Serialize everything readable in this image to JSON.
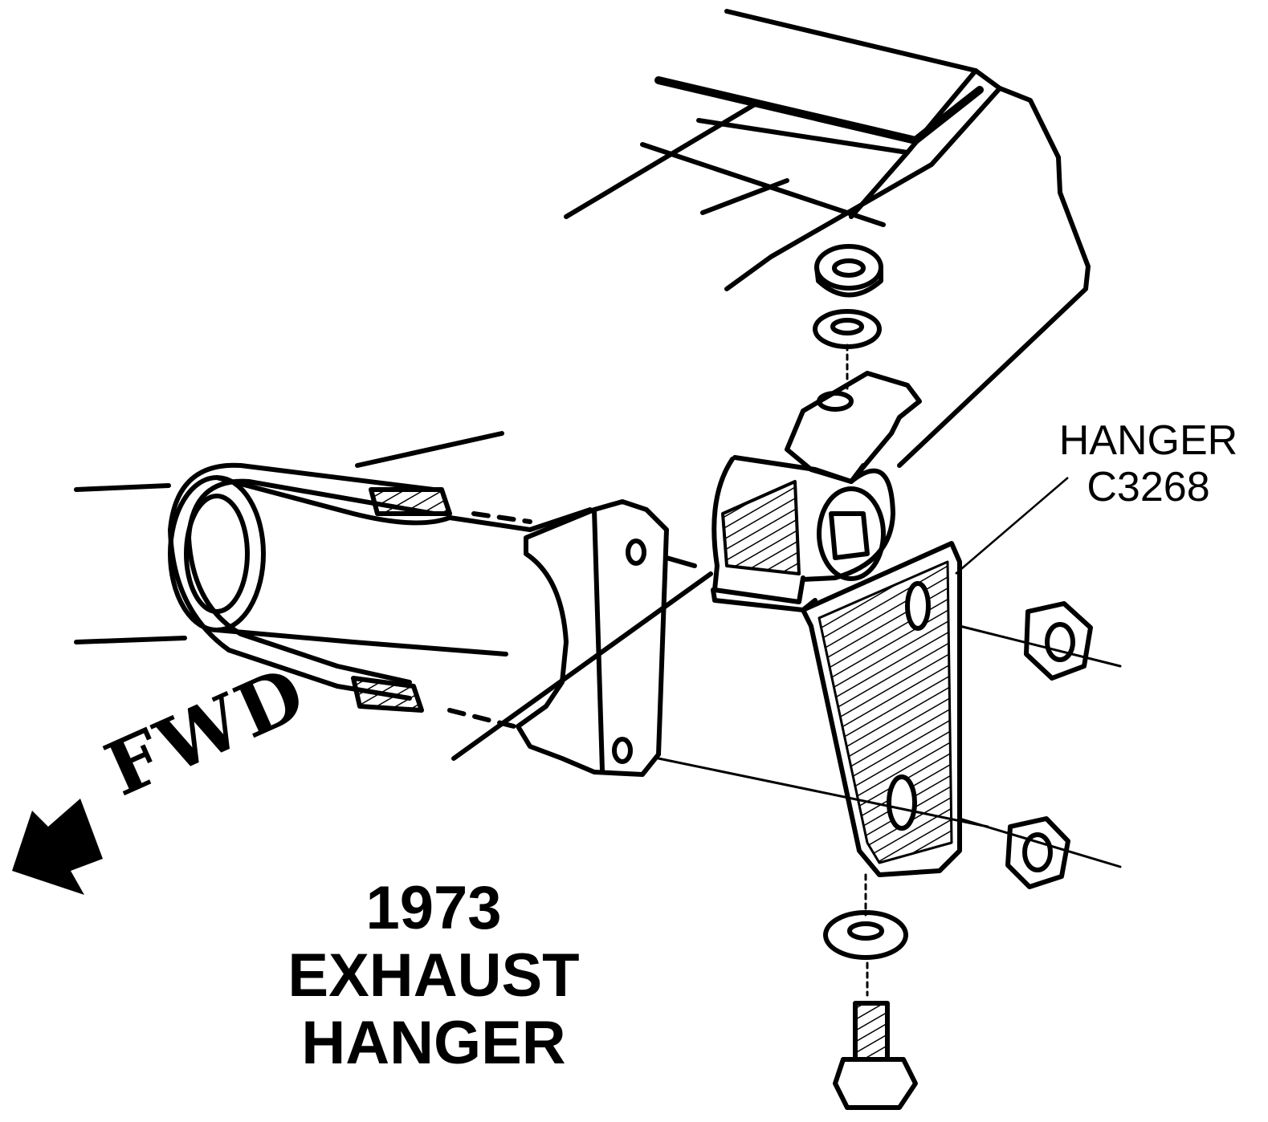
{
  "title": {
    "line1": "1973",
    "line2": "EXHAUST",
    "line3": "HANGER"
  },
  "callout": {
    "line1": "HANGER",
    "line2": "C3268"
  },
  "direction": {
    "label": "FWD",
    "arrow_icon": "arrow-left-down-icon"
  },
  "colors": {
    "ink": "#000000",
    "paper": "#ffffff"
  }
}
